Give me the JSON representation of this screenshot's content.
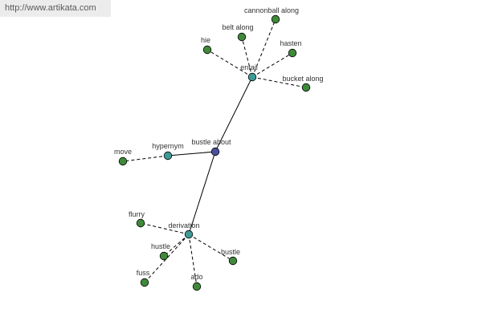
{
  "source_link": {
    "text": "http://www.artikata.com"
  },
  "colors": {
    "root": "#4a4f9a",
    "relation": "#3f9a96",
    "leaf": "#3f8a3a",
    "edge": "#000000"
  },
  "graph": {
    "root": {
      "label": "bustle about"
    },
    "relations": [
      {
        "id": "entail",
        "label": "entail",
        "terms": [
          "cannonball along",
          "belt along",
          "hie",
          "hasten",
          "bucket along"
        ]
      },
      {
        "id": "hypernym",
        "label": "hypernym",
        "terms": [
          "move"
        ]
      },
      {
        "id": "derivation",
        "label": "derivation",
        "terms": [
          "flurry",
          "hustle",
          "fuss",
          "ado",
          "bustle"
        ]
      }
    ]
  }
}
